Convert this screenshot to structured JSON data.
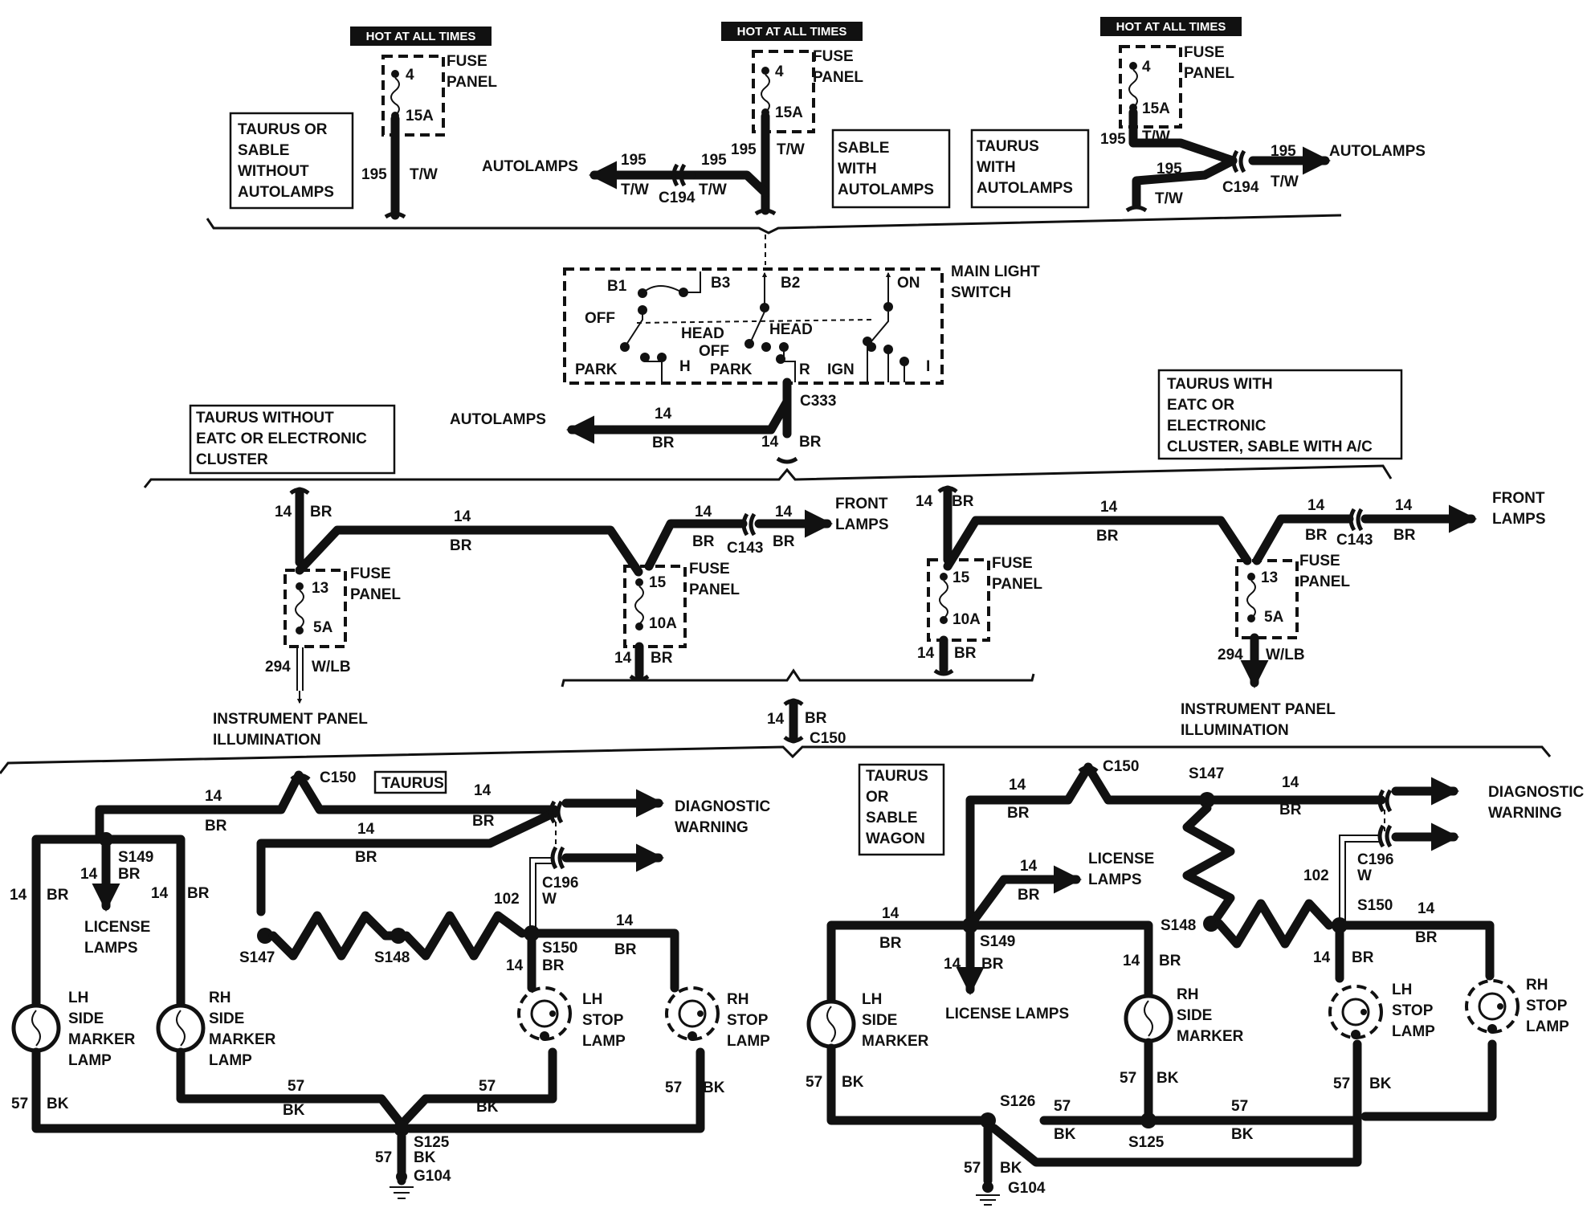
{
  "top": {
    "left": {
      "hot": "HOT AT ALL TIMES",
      "fuse_label": "FUSE PANEL",
      "fuse_num": "4",
      "fuse_amp": "15A",
      "circuit": "195",
      "color": "T/W",
      "caption": "TAURUS OR SABLE WITHOUT AUTOLAMPS"
    },
    "mid": {
      "hot": "HOT AT ALL TIMES",
      "fuse_label": "FUSE PANEL",
      "fuse_num": "4",
      "fuse_amp": "15A",
      "circuit": "195",
      "color": "T/W",
      "autolamps": "AUTOLAMPS",
      "connector": "C194",
      "caption": "SABLE WITH AUTOLAMPS"
    },
    "right": {
      "hot": "HOT AT ALL TIMES",
      "fuse_label": "FUSE PANEL",
      "fuse_num": "4",
      "fuse_amp": "15A",
      "circuit": "195",
      "color": "T/W",
      "autolamps": "AUTOLAMPS",
      "connector": "C194",
      "caption": "TAURUS WITH AUTOLAMPS"
    }
  },
  "switch": {
    "title": "MAIN LIGHT SWITCH",
    "b1": "B1",
    "b3": "B3",
    "b2": "B2",
    "on": "ON",
    "off": "OFF",
    "head": "HEAD",
    "head2": "HEAD",
    "off2": "OFF",
    "park": "PARK",
    "h": "H",
    "park2": "PARK",
    "r": "R",
    "ign": "IGN",
    "i": "I",
    "connector": "C333",
    "autolamps": "AUTOLAMPS",
    "circuit": "14",
    "color": "BR"
  },
  "middle": {
    "caption_left": "TAURUS WITHOUT EATC OR ELECTRONIC CLUSTER",
    "caption_right": "TAURUS WITH EATC OR ELECTRONIC CLUSTER, SABLE WITH A/C",
    "fuse_label": "FUSE PANEL",
    "fuse13": "13",
    "fuse13_amp": "5A",
    "fuse15": "15",
    "fuse15_amp": "10A",
    "circuit14": "14",
    "br": "BR",
    "circuit294": "294",
    "wlb": "W/LB",
    "front_lamps": "FRONT LAMPS",
    "c143": "C143",
    "ip_illum": "INSTRUMENT PANEL ILLUMINATION",
    "c150": "C150"
  },
  "bottom_left": {
    "c150": "C150",
    "caption": "TAURUS",
    "diag": "DIAGNOSTIC WARNING",
    "s149": "S149",
    "license": "LICENSE LAMPS",
    "lh_side": "LH SIDE MARKER LAMP",
    "rh_side": "RH SIDE MARKER LAMP",
    "s147": "S147",
    "s148": "S148",
    "c196": "C196",
    "w": "W",
    "c102": "102",
    "s150": "S150",
    "lh_stop": "LH STOP LAMP",
    "rh_stop": "RH STOP LAMP",
    "c57": "57",
    "bk": "BK",
    "s125": "S125",
    "g104": "G104",
    "c14": "14",
    "br": "BR"
  },
  "bottom_right": {
    "caption": "TAURUS OR SABLE WAGON",
    "c150": "C150",
    "s147": "S147",
    "diag": "DIAGNOSTIC WARNING",
    "license": "LICENSE LAMPS",
    "c196": "C196",
    "c102": "102",
    "w": "W",
    "s148": "S148",
    "s150": "S150",
    "s149": "S149",
    "lh_side": "LH SIDE MARKER",
    "rh_side": "RH SIDE MARKER",
    "license2": "LICENSE LAMPS",
    "lh_stop": "LH STOP LAMP",
    "rh_stop": "RH STOP LAMP",
    "s126": "S126",
    "s125": "S125",
    "g104": "G104",
    "c57": "57",
    "bk": "BK",
    "c14": "14",
    "br": "BR"
  }
}
